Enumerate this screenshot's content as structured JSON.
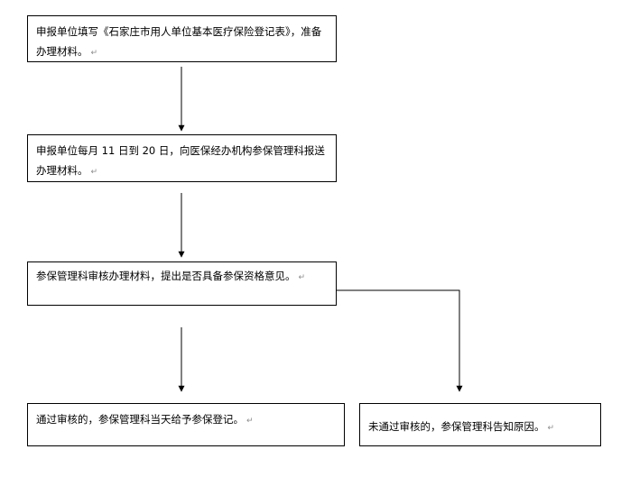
{
  "flowchart": {
    "steps": [
      {
        "text": "申报单位填写《石家庄市用人单位基本医疗保险登记表》，准备办理材料。",
        "mark": "↵"
      },
      {
        "text": "申报单位每月 11 日到 20 日，向医保经办机构参保管理科报送办理材料。",
        "mark": "↵"
      },
      {
        "text": "参保管理科审核办理材料，提出是否具备参保资格意见。",
        "mark": "↵"
      },
      {
        "text": "通过审核的，参保管理科当天给予参保登记。",
        "mark": "↵"
      },
      {
        "text": "未通过审核的，参保管理科告知原因。",
        "mark": "↵"
      }
    ]
  }
}
